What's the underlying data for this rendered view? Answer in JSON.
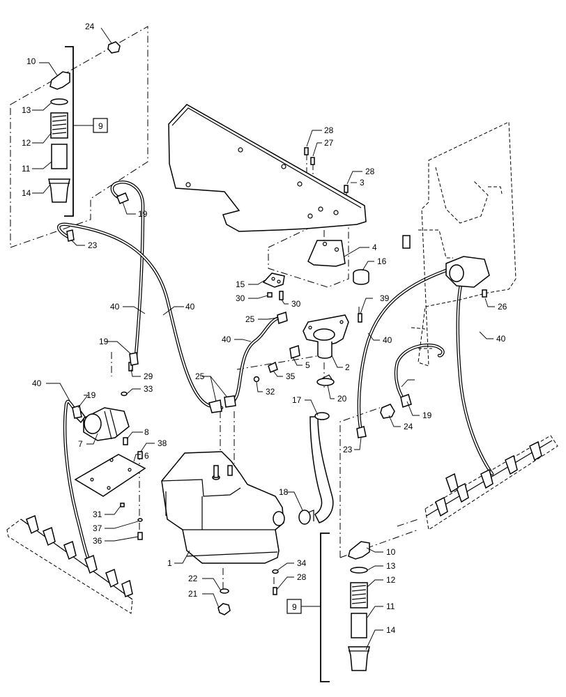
{
  "callouts": [
    {
      "id": "c24a",
      "text": "24"
    },
    {
      "id": "c10a",
      "text": "10"
    },
    {
      "id": "c13a",
      "text": "13"
    },
    {
      "id": "c12a",
      "text": "12"
    },
    {
      "id": "c11a",
      "text": "11"
    },
    {
      "id": "c14a",
      "text": "14"
    },
    {
      "id": "c9a",
      "text": "9"
    },
    {
      "id": "c19a",
      "text": "19"
    },
    {
      "id": "c23a",
      "text": "23"
    },
    {
      "id": "c40a",
      "text": "40"
    },
    {
      "id": "c40b",
      "text": "40"
    },
    {
      "id": "c19b",
      "text": "19"
    },
    {
      "id": "c29",
      "text": "29"
    },
    {
      "id": "c33",
      "text": "33"
    },
    {
      "id": "c40c",
      "text": "40"
    },
    {
      "id": "c19c",
      "text": "19"
    },
    {
      "id": "c7",
      "text": "7"
    },
    {
      "id": "c8",
      "text": "8"
    },
    {
      "id": "c38",
      "text": "38"
    },
    {
      "id": "c6",
      "text": "6"
    },
    {
      "id": "c31",
      "text": "31"
    },
    {
      "id": "c37",
      "text": "37"
    },
    {
      "id": "c36",
      "text": "36"
    },
    {
      "id": "c1",
      "text": "1"
    },
    {
      "id": "c22",
      "text": "22"
    },
    {
      "id": "c21",
      "text": "21"
    },
    {
      "id": "c28a",
      "text": "28"
    },
    {
      "id": "c27",
      "text": "27"
    },
    {
      "id": "c28b",
      "text": "28"
    },
    {
      "id": "c3",
      "text": "3"
    },
    {
      "id": "c4",
      "text": "4"
    },
    {
      "id": "c16",
      "text": "16"
    },
    {
      "id": "c15",
      "text": "15"
    },
    {
      "id": "c30a",
      "text": "30"
    },
    {
      "id": "c30b",
      "text": "30"
    },
    {
      "id": "c39",
      "text": "39"
    },
    {
      "id": "c25a",
      "text": "25"
    },
    {
      "id": "c40d",
      "text": "40"
    },
    {
      "id": "c5",
      "text": "5"
    },
    {
      "id": "c2",
      "text": "2"
    },
    {
      "id": "c35",
      "text": "35"
    },
    {
      "id": "c32",
      "text": "32"
    },
    {
      "id": "c25b",
      "text": "25"
    },
    {
      "id": "c20",
      "text": "20"
    },
    {
      "id": "c17",
      "text": "17"
    },
    {
      "id": "c18",
      "text": "18"
    },
    {
      "id": "c34",
      "text": "34"
    },
    {
      "id": "c28c",
      "text": "28"
    },
    {
      "id": "c40e",
      "text": "40"
    },
    {
      "id": "c40f",
      "text": "40"
    },
    {
      "id": "c19d",
      "text": "19"
    },
    {
      "id": "c24b",
      "text": "24"
    },
    {
      "id": "c23b",
      "text": "23"
    },
    {
      "id": "c26",
      "text": "26"
    },
    {
      "id": "c10b",
      "text": "10"
    },
    {
      "id": "c13b",
      "text": "13"
    },
    {
      "id": "c12b",
      "text": "12"
    },
    {
      "id": "c11b",
      "text": "11"
    },
    {
      "id": "c14b",
      "text": "14"
    },
    {
      "id": "c9b",
      "text": "9"
    }
  ]
}
